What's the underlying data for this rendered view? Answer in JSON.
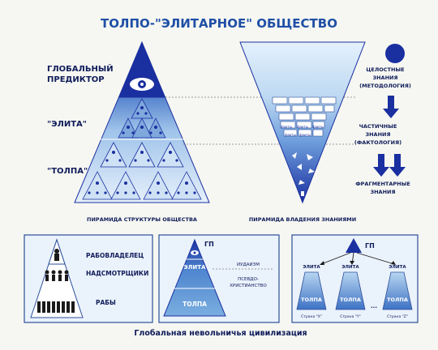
{
  "title": "ТОЛПО-\"ЭЛИТАРНОЕ\" ОБЩЕСТВО",
  "left_pyramid": {
    "label_predictor_line1": "ГЛОБАЛЬНЫЙ",
    "label_predictor_line2": "ПРЕДИКТОР",
    "label_elite": "\"ЭЛИТА\"",
    "label_crowd": "\"ТОЛПА\"",
    "caption": "ПИРАМИДА СТРУКТУРЫ ОБЩЕСТВА"
  },
  "right_pyramid": {
    "holistic_line1": "ЦЕЛОСТНЫЕ",
    "holistic_line2": "ЗНАНИЯ",
    "holistic_line3": "(МЕТОДОЛОГИЯ)",
    "partial_line1": "ЧАСТИЧНЫЕ",
    "partial_line2": "ЗНАНИЯ",
    "partial_line3": "(ФАКТОЛОГИЯ)",
    "fragment_line1": "ФРАГМЕНТАРНЫЕ",
    "fragment_line2": "ЗНАНИЯ",
    "brick_label": "факты",
    "caption": "ПИРАМИДА ВЛАДЕНИЯ ЗНАНИЯМИ"
  },
  "panel1": {
    "slaveowner": "РАБОВЛАДЕЛЕЦ",
    "overseers": "НАДСМОТРЩИКИ",
    "slaves": "РАБЫ"
  },
  "panel2": {
    "gp": "ГП",
    "elite": "ЭЛИТА",
    "crowd": "ТОЛПА",
    "judaism": "ИУДАИЗМ",
    "pseudo_line1": "ПСЕВДО-",
    "pseudo_line2": "ХРИСТИАНСТВО"
  },
  "panel3": {
    "gp": "ГП",
    "elite": "ЭЛИТА",
    "crowd": "ТОЛПА",
    "ellipsis": "...",
    "country_x": "Страна \"X\"",
    "country_y": "Страна \"Y\"",
    "country_z": "Страна \"Z\""
  },
  "footer": "Глобальная невольничья цивилизация",
  "colors": {
    "title": "#1f4fa6",
    "dark_blue": "#1a2fa0",
    "mid_blue": "#3f78c8",
    "light_blue": "#9cc4ea",
    "pale_blue": "#dbeaf8",
    "panel_border": "#2c4f9a",
    "text_dark": "#0f1c5a"
  }
}
